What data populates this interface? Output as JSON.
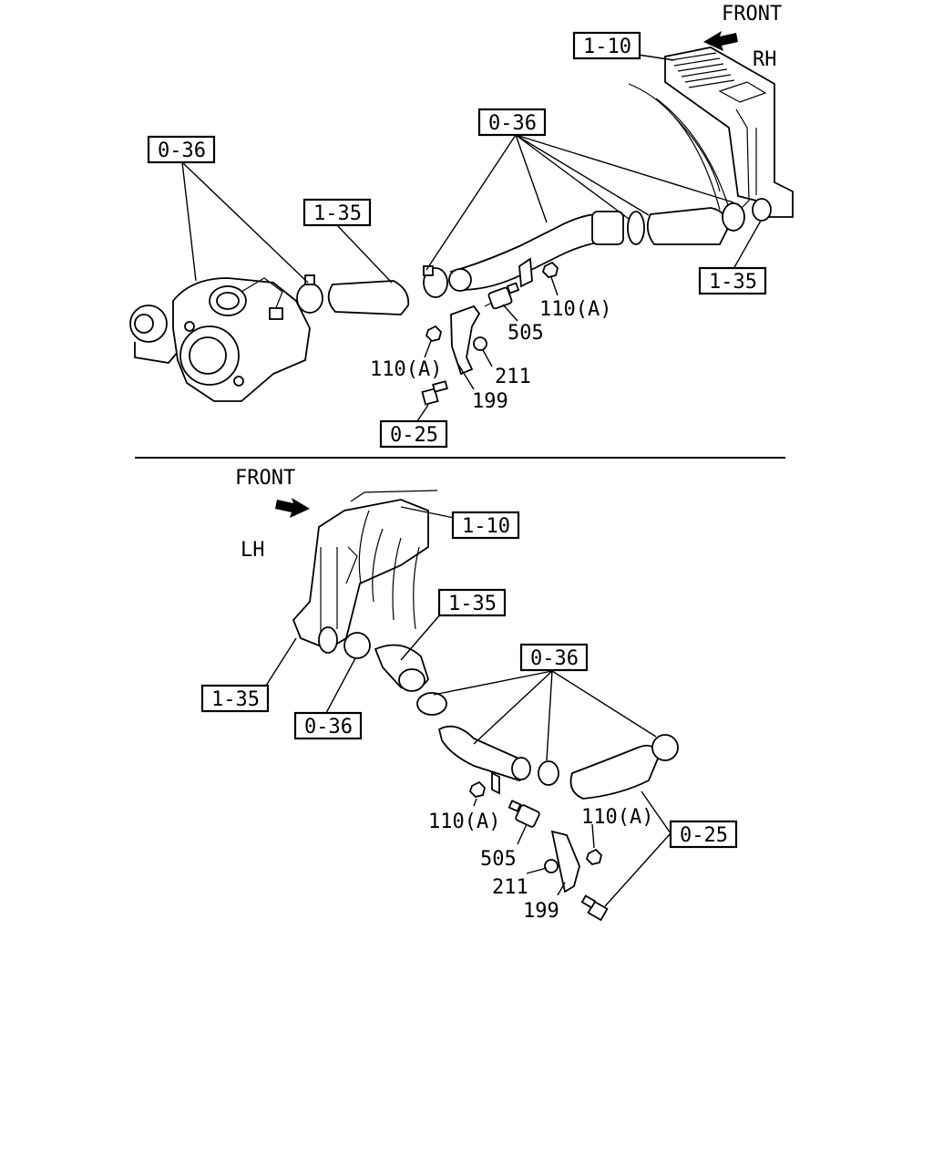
{
  "top": {
    "direction_label": "FRONT",
    "side_label": "RH",
    "refs": {
      "cooler": "1-10",
      "clamps_left": "0-36",
      "clamps_center": "0-36",
      "hose_left": "1-35",
      "hose_right": "1-35",
      "bolt": "0-25"
    },
    "parts": {
      "nut_right": "110(A)",
      "sensor": "505",
      "nut_left": "110(A)",
      "nut_small": "211",
      "bracket": "199"
    }
  },
  "bottom": {
    "direction_label": "FRONT",
    "side_label": "LH",
    "refs": {
      "cooler": "1-10",
      "hose_upper": "1-35",
      "hose_left": "1-35",
      "clamps": "0-36",
      "clamp_left": "0-36",
      "bolt": "0-25"
    },
    "parts": {
      "nut_left": "110(A)",
      "nut_right": "110(A)",
      "sensor": "505",
      "nut_small": "211",
      "bracket": "199"
    }
  }
}
